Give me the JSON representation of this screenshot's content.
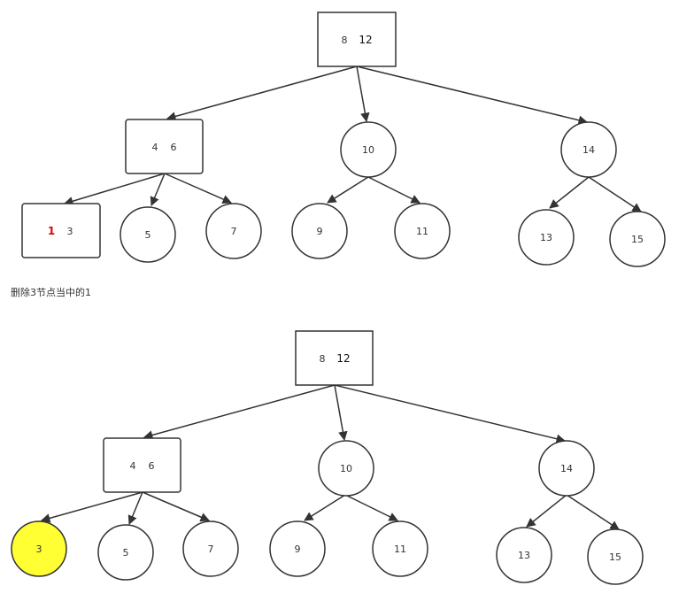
{
  "colors": {
    "stroke": "#333333",
    "highlight_fill": "#ffff33",
    "highlight_text": "#e00000"
  },
  "caption": "删除3节点当中的1",
  "before": {
    "root": {
      "keys": [
        "8",
        "12"
      ]
    },
    "left": {
      "keys": [
        "4",
        "6"
      ]
    },
    "mid": {
      "key": "10"
    },
    "right": {
      "key": "14"
    },
    "leaf_a": {
      "keys": [
        "1",
        "3"
      ]
    },
    "leaf_b": {
      "key": "5"
    },
    "leaf_c": {
      "key": "7"
    },
    "leaf_d": {
      "key": "9"
    },
    "leaf_e": {
      "key": "11"
    },
    "leaf_f": {
      "key": "13"
    },
    "leaf_g": {
      "key": "15"
    }
  },
  "after": {
    "root": {
      "keys": [
        "8",
        "12"
      ]
    },
    "left": {
      "keys": [
        "4",
        "6"
      ]
    },
    "mid": {
      "key": "10"
    },
    "right": {
      "key": "14"
    },
    "leaf_a": {
      "key": "3"
    },
    "leaf_b": {
      "key": "5"
    },
    "leaf_c": {
      "key": "7"
    },
    "leaf_d": {
      "key": "9"
    },
    "leaf_e": {
      "key": "11"
    },
    "leaf_f": {
      "key": "13"
    },
    "leaf_g": {
      "key": "15"
    }
  }
}
